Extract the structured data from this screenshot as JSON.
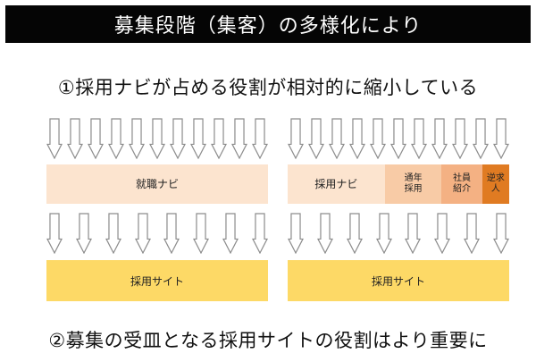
{
  "header": {
    "title": "募集段階（集客）の多様化により"
  },
  "point1": "①採用ナビが占める役割が相対的に縮小している",
  "point2": "②募集の受皿となる採用サイトの役割はより重要に",
  "left_diagram": {
    "bar": {
      "label": "就職ナビ",
      "color": "#fce4cf"
    },
    "site_label": "採用サイト"
  },
  "right_diagram": {
    "segments": [
      {
        "label": "採用ナビ",
        "color": "#fce4cf",
        "share": 0.36
      },
      {
        "label": "通年\n採用",
        "color": "#f8cba6",
        "share": 0.21
      },
      {
        "label": "社員\n紹介",
        "color": "#f4b183",
        "share": 0.15
      },
      {
        "label": "逆求\n人",
        "color": "#e07b22",
        "share": 0.1
      }
    ],
    "site_label": "採用サイト"
  },
  "colors": {
    "site": "#fdd966",
    "arrow_stroke": "#8c8c8c",
    "header_bg": "#050505"
  },
  "icons": {
    "arrow": "down-arrow-icon"
  }
}
